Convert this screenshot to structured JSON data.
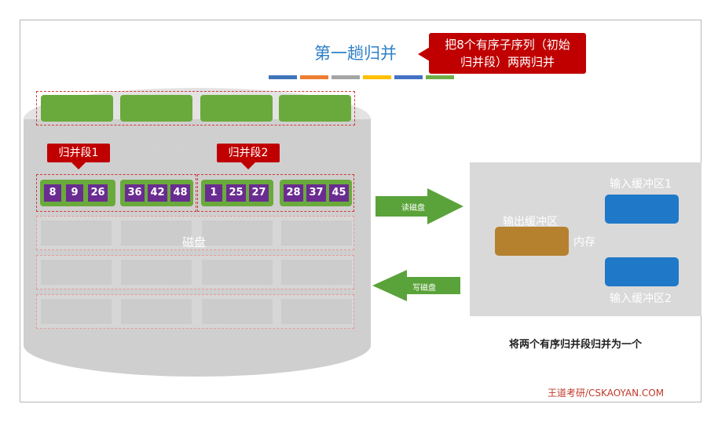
{
  "header": {
    "title": "第一趟归并",
    "callout_line1": "把8个有序子序列（初始",
    "callout_line2": "归并段）两两归并",
    "color_bars": [
      "#3f74b9",
      "#ed7d31",
      "#a5a5a5",
      "#ffc000",
      "#4472c4",
      "#70ad47"
    ]
  },
  "disk": {
    "label": "磁盘",
    "segment1_label": "归并段1",
    "segment2_label": "归并段2",
    "runs": [
      [
        "8",
        "9",
        "26"
      ],
      [
        "36",
        "42",
        "48"
      ],
      [
        "1",
        "25",
        "27"
      ],
      [
        "28",
        "37",
        "45"
      ]
    ]
  },
  "arrows": {
    "read_label": "读磁盘",
    "write_label": "写磁盘"
  },
  "memory": {
    "label": "内存",
    "input_buffer_1": "输入缓冲区1",
    "input_buffer_2": "输入缓冲区2",
    "output_buffer": "输出缓冲区"
  },
  "caption": "将两个有序归并段归并为一个",
  "brand": "王道考研/CSKAOYAN.COM"
}
